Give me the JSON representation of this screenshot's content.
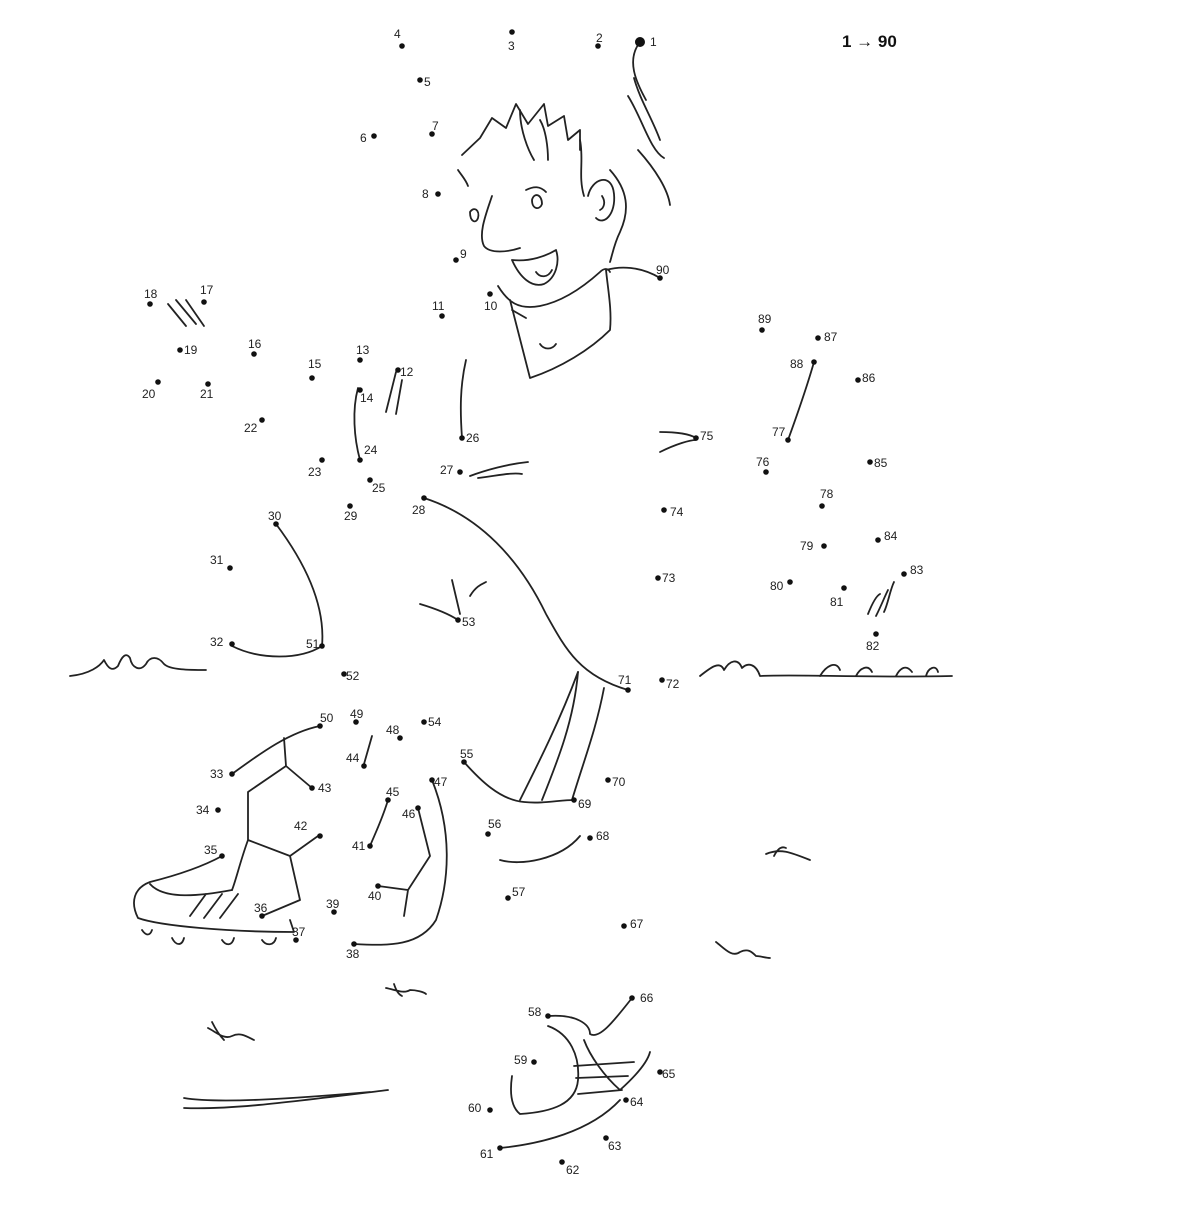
{
  "range_label": "1 → 90",
  "dots": [
    {
      "n": "1"
    },
    {
      "n": "2"
    },
    {
      "n": "3"
    },
    {
      "n": "4"
    },
    {
      "n": "5"
    },
    {
      "n": "6"
    },
    {
      "n": "7"
    },
    {
      "n": "8"
    },
    {
      "n": "9"
    },
    {
      "n": "10"
    },
    {
      "n": "11"
    },
    {
      "n": "12"
    },
    {
      "n": "13"
    },
    {
      "n": "14"
    },
    {
      "n": "15"
    },
    {
      "n": "16"
    },
    {
      "n": "17"
    },
    {
      "n": "18"
    },
    {
      "n": "19"
    },
    {
      "n": "20"
    },
    {
      "n": "21"
    },
    {
      "n": "22"
    },
    {
      "n": "23"
    },
    {
      "n": "24"
    },
    {
      "n": "25"
    },
    {
      "n": "26"
    },
    {
      "n": "27"
    },
    {
      "n": "28"
    },
    {
      "n": "29"
    },
    {
      "n": "30"
    },
    {
      "n": "31"
    },
    {
      "n": "32"
    },
    {
      "n": "33"
    },
    {
      "n": "34"
    },
    {
      "n": "35"
    },
    {
      "n": "36"
    },
    {
      "n": "37"
    },
    {
      "n": "38"
    },
    {
      "n": "39"
    },
    {
      "n": "40"
    },
    {
      "n": "41"
    },
    {
      "n": "42"
    },
    {
      "n": "43"
    },
    {
      "n": "44"
    },
    {
      "n": "45"
    },
    {
      "n": "46"
    },
    {
      "n": "47"
    },
    {
      "n": "48"
    },
    {
      "n": "49"
    },
    {
      "n": "50"
    },
    {
      "n": "51"
    },
    {
      "n": "52"
    },
    {
      "n": "53"
    },
    {
      "n": "54"
    },
    {
      "n": "55"
    },
    {
      "n": "56"
    },
    {
      "n": "57"
    },
    {
      "n": "58"
    },
    {
      "n": "59"
    },
    {
      "n": "60"
    },
    {
      "n": "61"
    },
    {
      "n": "62"
    },
    {
      "n": "63"
    },
    {
      "n": "64"
    },
    {
      "n": "65"
    },
    {
      "n": "66"
    },
    {
      "n": "67"
    },
    {
      "n": "68"
    },
    {
      "n": "69"
    },
    {
      "n": "70"
    },
    {
      "n": "71"
    },
    {
      "n": "72"
    },
    {
      "n": "73"
    },
    {
      "n": "74"
    },
    {
      "n": "75"
    },
    {
      "n": "76"
    },
    {
      "n": "77"
    },
    {
      "n": "78"
    },
    {
      "n": "79"
    },
    {
      "n": "80"
    },
    {
      "n": "81"
    },
    {
      "n": "82"
    },
    {
      "n": "83"
    },
    {
      "n": "84"
    },
    {
      "n": "85"
    },
    {
      "n": "86"
    },
    {
      "n": "87"
    },
    {
      "n": "88"
    },
    {
      "n": "89"
    },
    {
      "n": "90"
    }
  ]
}
